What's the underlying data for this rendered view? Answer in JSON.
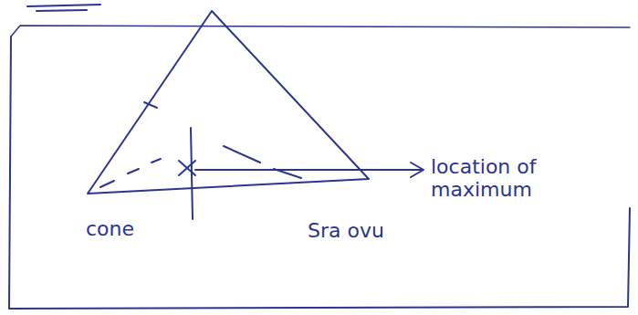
{
  "diagram": {
    "labels": [
      "location of maximum",
      "cone",
      "Sra ovu"
    ]
  }
}
